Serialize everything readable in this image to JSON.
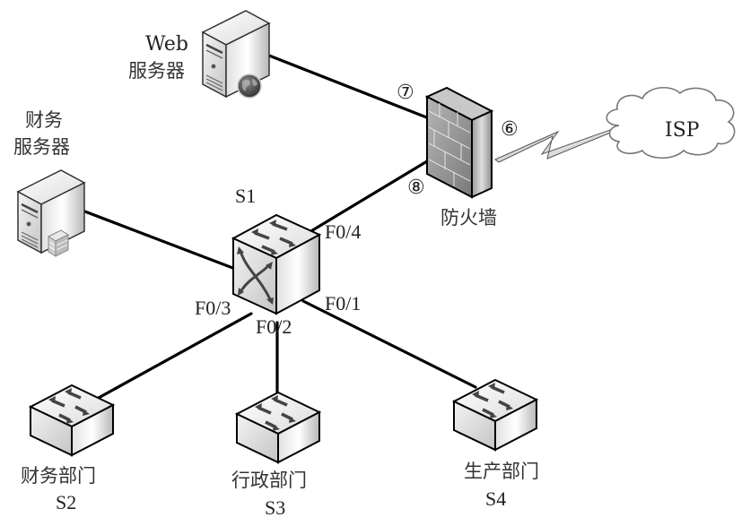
{
  "diagram": {
    "title": "Network Topology",
    "nodes": {
      "web_server": {
        "label_line1": "Web",
        "label_line2": "服务器",
        "type": "server",
        "badge": "globe-icon"
      },
      "finance_server": {
        "label_line1": "财务",
        "label_line2": "服务器",
        "type": "server",
        "badge": "firewall-icon"
      },
      "firewall": {
        "label": "防火墙",
        "type": "firewall"
      },
      "isp": {
        "label": "ISP",
        "type": "cloud"
      },
      "s1": {
        "label": "S1",
        "type": "core-switch"
      },
      "s2": {
        "dept": "财务部门",
        "label": "S2",
        "type": "switch"
      },
      "s3": {
        "dept": "行政部门",
        "label": "S3",
        "type": "switch"
      },
      "s4": {
        "dept": "生产部门",
        "label": "S4",
        "type": "switch"
      }
    },
    "interfaces": {
      "fw_wan": "⑥",
      "fw_dmz": "⑦",
      "fw_lan": "⑧",
      "s1_f04": "F0/4",
      "s1_f01": "F0/1",
      "s1_f02": "F0/2",
      "s1_f03": "F0/3"
    },
    "links": [
      {
        "from": "web_server",
        "to": "firewall",
        "port": "⑦"
      },
      {
        "from": "firewall",
        "to": "isp",
        "port": "⑥",
        "kind": "wan-serial"
      },
      {
        "from": "firewall",
        "to": "s1",
        "port": "⑧ / F0/4"
      },
      {
        "from": "finance_server",
        "to": "s1"
      },
      {
        "from": "s1",
        "to": "s2",
        "port": "F0/3"
      },
      {
        "from": "s1",
        "to": "s3",
        "port": "F0/2"
      },
      {
        "from": "s1",
        "to": "s4",
        "port": "F0/1"
      }
    ]
  }
}
